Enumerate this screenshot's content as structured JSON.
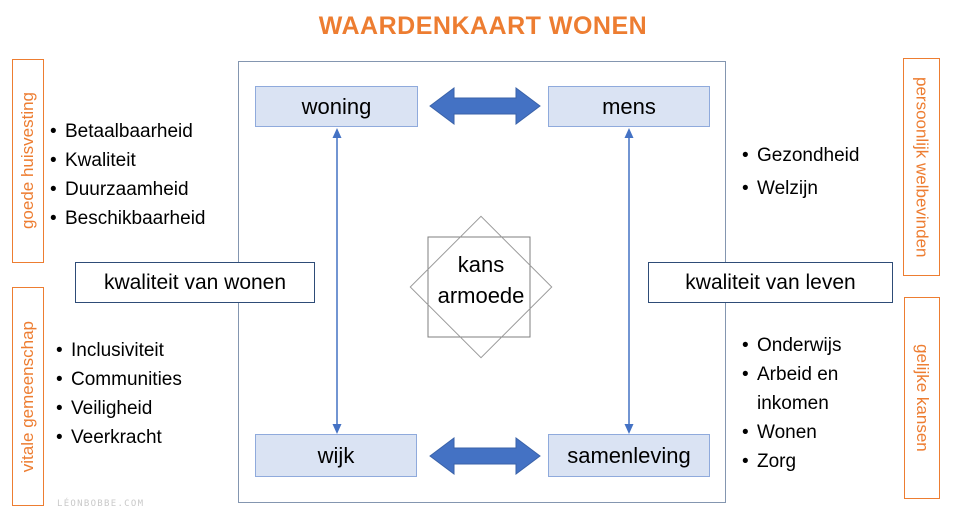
{
  "title": "WAARDENKAART WONEN",
  "bullet_char": "•",
  "side_labels": {
    "top_left": "goede huisvesting",
    "bottom_left": "vitale gemeenschap",
    "top_right": "persoonlijk welbevinden",
    "bottom_right": "gelijke kansen"
  },
  "nodes": {
    "top_left": "woning",
    "top_right": "mens",
    "bottom_left": "wijk",
    "bottom_right": "samenleving"
  },
  "center_star": {
    "line1": "kans",
    "line2": "armoede"
  },
  "quality_labels": {
    "left": "kwaliteit van wonen",
    "right": "kwaliteit van leven"
  },
  "bullets": {
    "top_left": [
      "Betaalbaarheid",
      "Kwaliteit",
      "Duurzaamheid",
      "Beschikbaarheid"
    ],
    "top_right": [
      "Gezondheid",
      "Welzijn"
    ],
    "bottom_left": [
      "Inclusiviteit",
      "Communities",
      "Veiligheid",
      "Veerkracht"
    ],
    "bottom_right": [
      "Onderwijs",
      "Arbeid en inkomen",
      "Wonen",
      "Zorg"
    ]
  },
  "watermark": "LÉONBOBBE.COM",
  "colors": {
    "accent_orange": "#ED7D31",
    "arrow_blue": "#4472C4",
    "node_fill": "#DAE3F3",
    "node_border": "#8FAADC",
    "frame_border": "#8496B0",
    "label_box_border": "#2E4C77",
    "star_outline": "#7F7F7F",
    "watermark_gray": "#C9C9C9"
  }
}
